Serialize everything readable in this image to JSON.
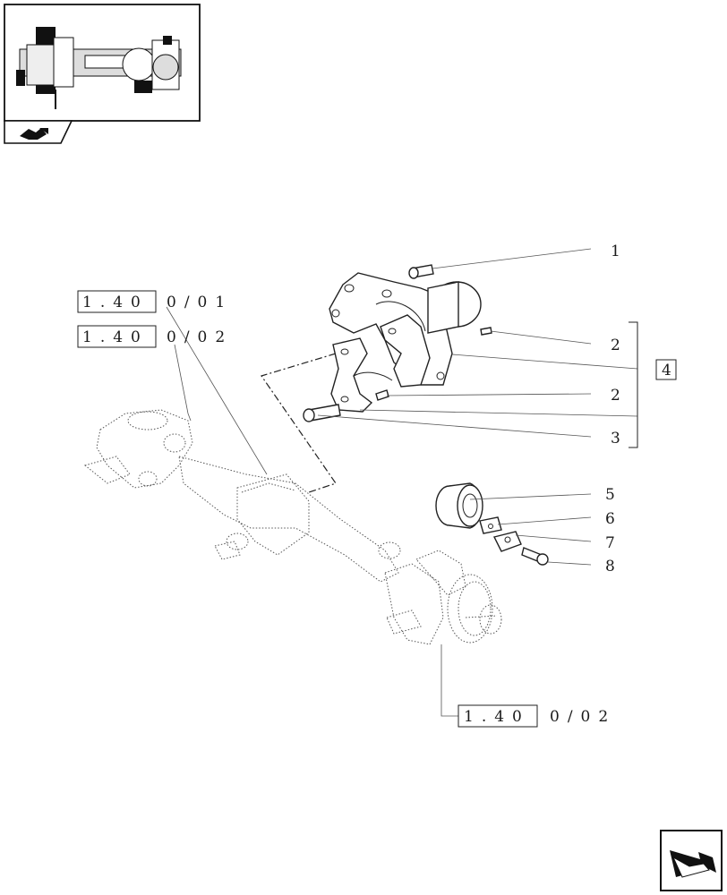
{
  "callouts": {
    "n1": "1",
    "n2a": "2",
    "n2b": "2",
    "n3": "3",
    "n4": "4",
    "n5": "5",
    "n6": "6",
    "n7": "7",
    "n8": "8"
  },
  "refs": {
    "ref1": {
      "boxed": "1.40",
      "rest": "0/01"
    },
    "ref2": {
      "boxed": "1.40",
      "rest": "0/02"
    },
    "ref3": {
      "boxed": "1.40",
      "rest": "0/02"
    }
  },
  "icons": {
    "thumbnail": "axle-assembly-thumbnail",
    "page-tab": "book-arrow-icon",
    "next": "next-page-arrow-icon"
  }
}
